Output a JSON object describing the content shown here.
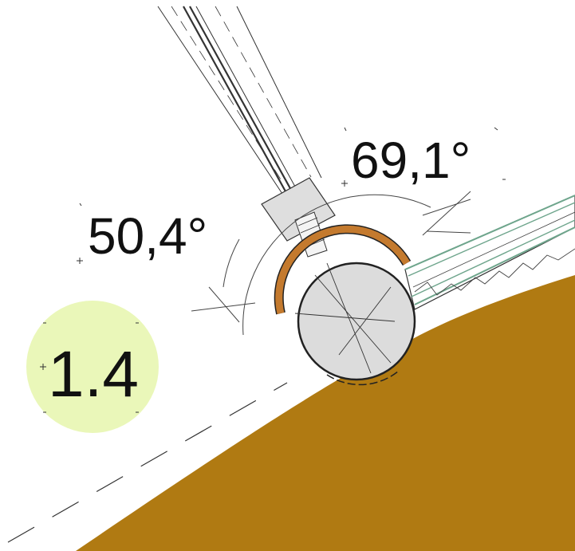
{
  "angles": {
    "left": "50,4°",
    "right": "69,1°"
  },
  "detail_marker": {
    "label": "1.4"
  },
  "colors": {
    "ground": "#b07a12",
    "pipe_fill": "#dcdcdc",
    "insulation": "#c47a2e",
    "marker_bg": "#eaf7b9",
    "panel_stroke": "#6ea58c",
    "line": "#222222"
  }
}
